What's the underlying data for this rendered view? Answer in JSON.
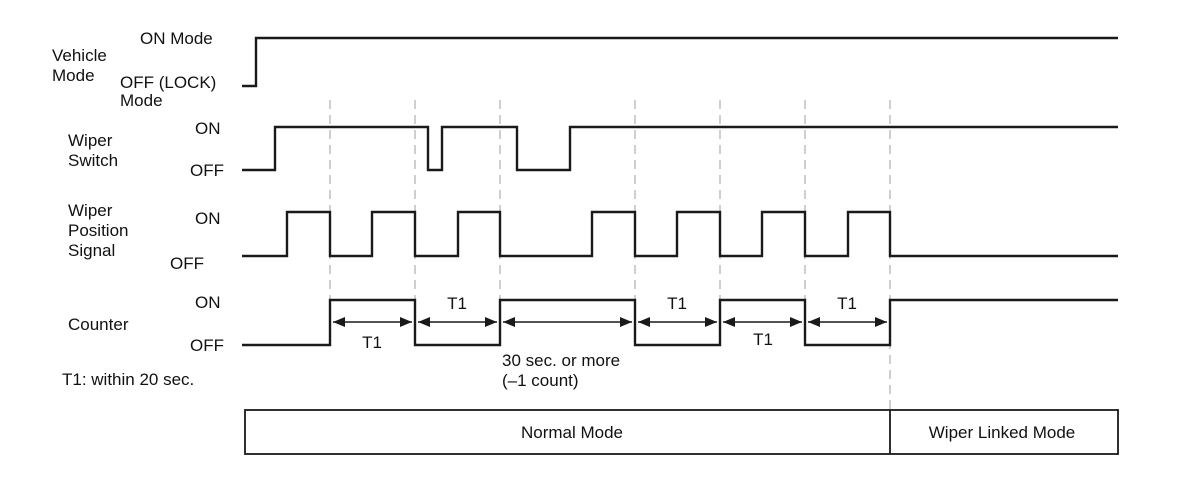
{
  "vehicle_mode": {
    "label_line1": "Vehicle",
    "label_line2": "Mode",
    "on_label": "ON Mode",
    "off_label_line1": "OFF (LOCK)",
    "off_label_line2": "Mode"
  },
  "wiper_switch": {
    "label_line1": "Wiper",
    "label_line2": "Switch",
    "on_label": "ON",
    "off_label": "OFF"
  },
  "wiper_position": {
    "label_line1": "Wiper",
    "label_line2": "Position",
    "label_line3": "Signal",
    "on_label": "ON",
    "off_label": "OFF"
  },
  "counter": {
    "label": "Counter",
    "on_label": "ON",
    "off_label": "OFF"
  },
  "intervals": {
    "t1": "T1",
    "long_line1": "30 sec. or more",
    "long_line2": "(–1 count)"
  },
  "note": "T1: within 20 sec.",
  "modes": {
    "normal": "Normal Mode",
    "linked": "Wiper Linked Mode"
  },
  "colors": {
    "signal": "#1a1a1a",
    "guide": "#b5b5b5",
    "text": "#111111"
  }
}
